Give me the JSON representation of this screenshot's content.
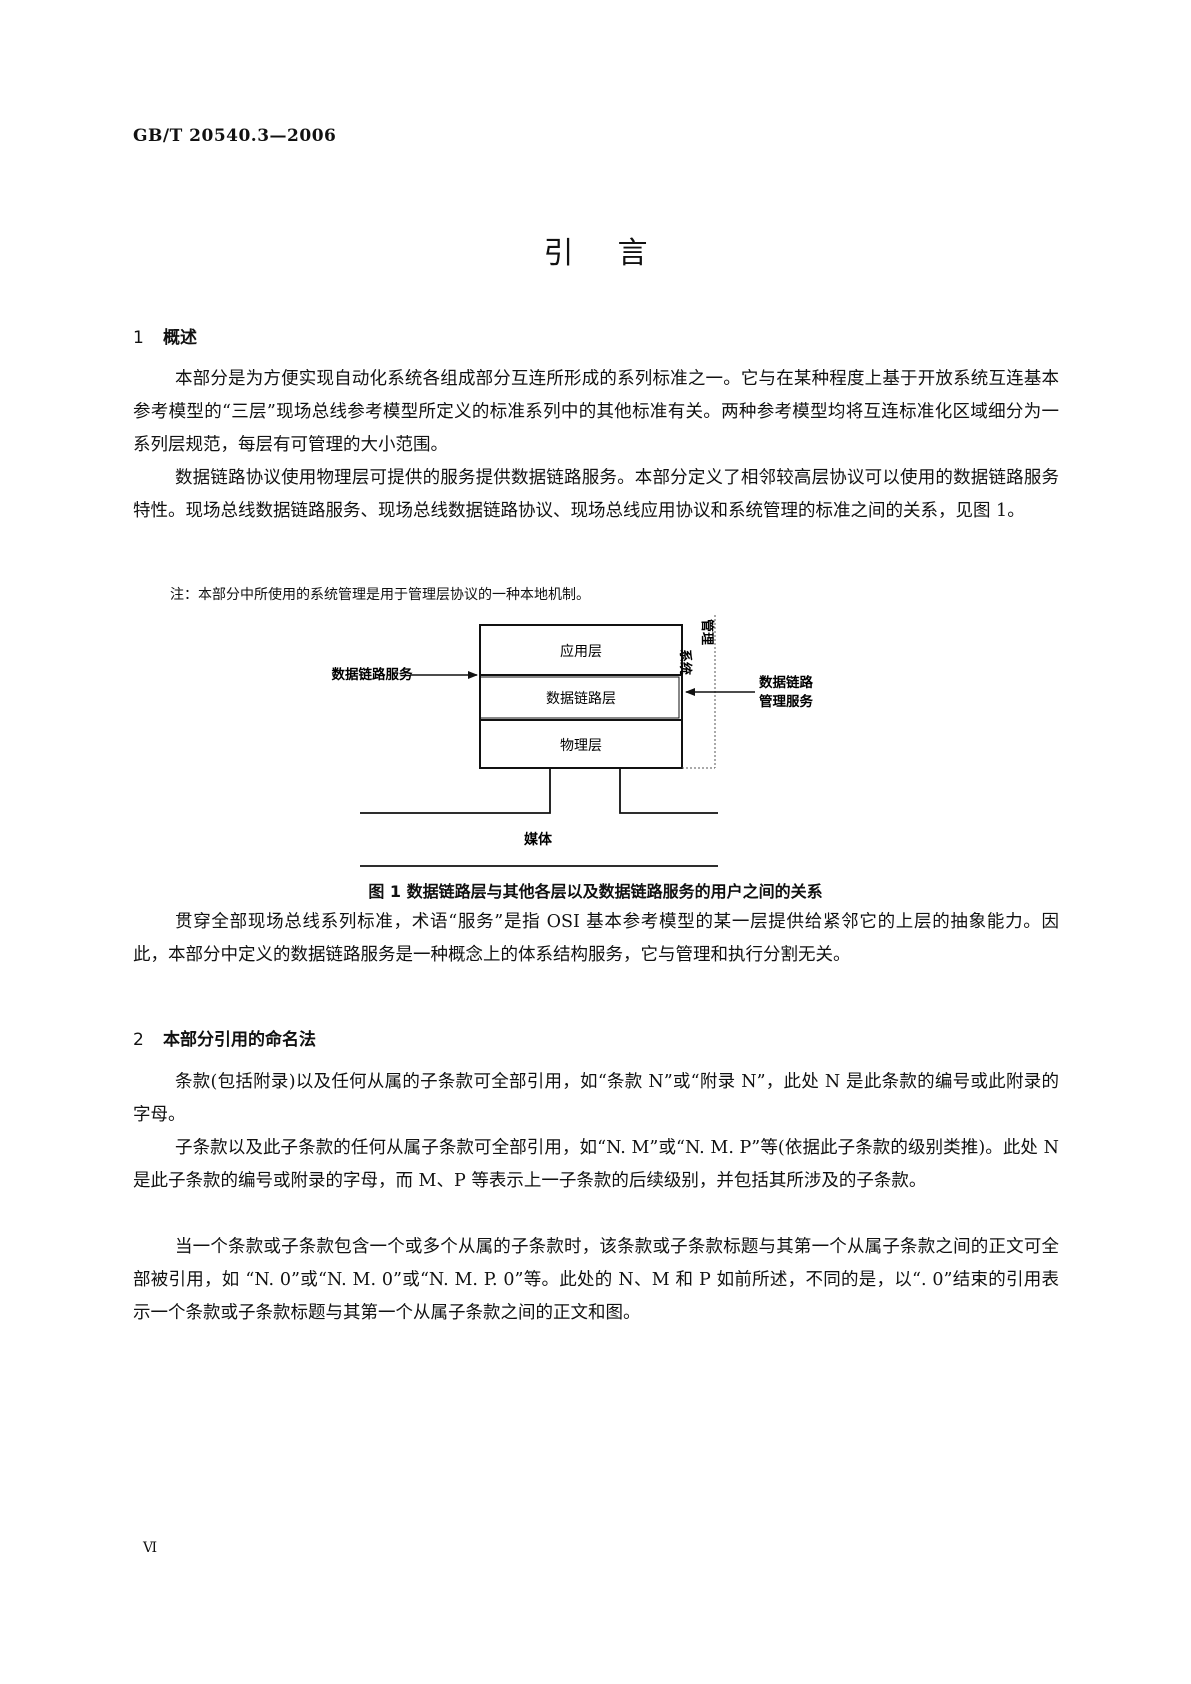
{
  "header": {
    "standard_code": "GB/T  20540.3—2006"
  },
  "title": "引言",
  "sections": [
    {
      "number": "1",
      "title": "概述",
      "paragraphs": [
        "本部分是为方便实现自动化系统各组成部分互连所形成的系列标准之一。它与在某种程度上基于开放系统互连基本参考模型的“三层”现场总线参考模型所定义的标准系列中的其他标准有关。两种参考模型均将互连标准化区域细分为一系列层规范，每层有可管理的大小范围。",
        "数据链路协议使用物理层可提供的服务提供数据链路服务。本部分定义了相邻较高层协议可以使用的数据链路服务特性。现场总线数据链路服务、现场总线数据链路协议、现场总线应用协议和系统管理的标准之间的关系，见图 1。"
      ],
      "note": "注：本部分中所使用的系统管理是用于管理层协议的一种本地机制。",
      "after_figure": "贯穿全部现场总线系列标准，术语“服务”是指 OSI 基本参考模型的某一层提供给紧邻它的上层的抽象能力。因此，本部分中定义的数据链路服务是一种概念上的体系结构服务，它与管理和执行分割无关。"
    },
    {
      "number": "2",
      "title": "本部分引用的命名法",
      "paragraphs": [
        "条款(包括附录)以及任何从属的子条款可全部引用，如“条款 N”或“附录 N”，此处 N 是此条款的编号或此附录的字母。",
        "子条款以及此子条款的任何从属子条款可全部引用，如“N. M”或“N. M. P”等(依据此子条款的级别类推)。此处 N 是此子条款的编号或附录的字母，而 M、P 等表示上一子条款的后续级别，并包括其所涉及的子条款。",
        "当一个条款或子条款包含一个或多个从属的子条款时，该条款或子条款标题与其第一个从属子条款之间的正文可全部被引用，如 “N. 0”或“N. M. 0”或“N. M. P. 0”等。此处的 N、M 和 P 如前所述，不同的是，以“. 0”结束的引用表示一个条款或子条款标题与其第一个从属子条款之间的正文和图。"
      ]
    }
  ],
  "figure": {
    "caption": "图 1    数据链路层与其他各层以及数据链路服务的用户之间的关系",
    "layers": [
      "应用层",
      "数据链路层",
      "物理层"
    ],
    "left_label": "数据链路服务",
    "right_label_line1": "数据链路",
    "right_label_line2": "管理服务",
    "sys_mgmt_top": "管理",
    "sys_mgmt_bottom": "系统",
    "medium_label": "媒体"
  },
  "footer": {
    "page_number": "Ⅵ"
  }
}
